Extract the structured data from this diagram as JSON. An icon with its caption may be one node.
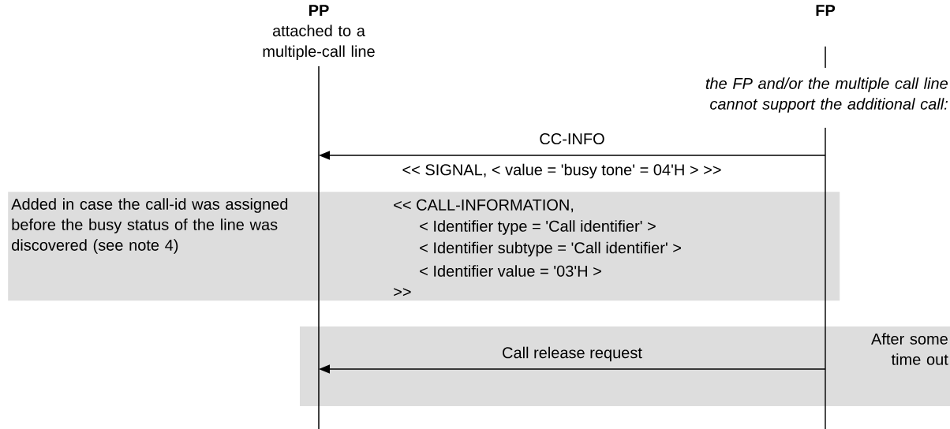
{
  "diagram": {
    "nodes": [
      {
        "text": [
          "PP",
          "attached to a multiple-call line"
        ]
      },
      {
        "text": [
          "FP"
        ]
      },
      {
        "text": [
          "Added in case the call-id was assigned before the busy status of the line was discovered (see note 4)",
          "<< CALL-INFORMATION,",
          "< Identifier type = 'Call identifier' >",
          "< Identifier subtype = 'Call identifier' >",
          "< Identifier value = '03'H >",
          ">>"
        ]
      }
    ],
    "edges": [
      {
        "from": 1,
        "to": 0,
        "arrow": "to",
        "label": "CC-INFO"
      },
      {
        "from": 1,
        "to": 0,
        "arrow": "to",
        "label": "Call release request"
      }
    ],
    "labels": [
      "the FP and/or the multiple call line cannot support the additional call:",
      "<< SIGNAL,   < value = 'busy tone' = 04'H > >>",
      "After some time out"
    ]
  }
}
